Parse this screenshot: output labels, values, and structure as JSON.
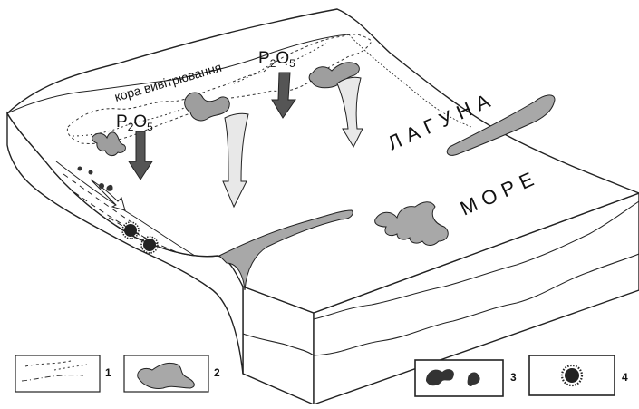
{
  "labels": {
    "crust": "кора вивітрювання",
    "lagoon": "ЛАГУНА",
    "sea": "МОРЕ"
  },
  "formula": {
    "p": "P",
    "sub2": "2",
    "o": "O",
    "sub5": "5"
  },
  "legend": {
    "items": [
      {
        "number": "1"
      },
      {
        "number": "2"
      },
      {
        "number": "3"
      },
      {
        "number": "4"
      }
    ]
  },
  "colors": {
    "phosphorite": "#a8a8a8",
    "arrow_dark": "#555555",
    "arrow_light": "#e6e6e6",
    "line": "#222222"
  }
}
